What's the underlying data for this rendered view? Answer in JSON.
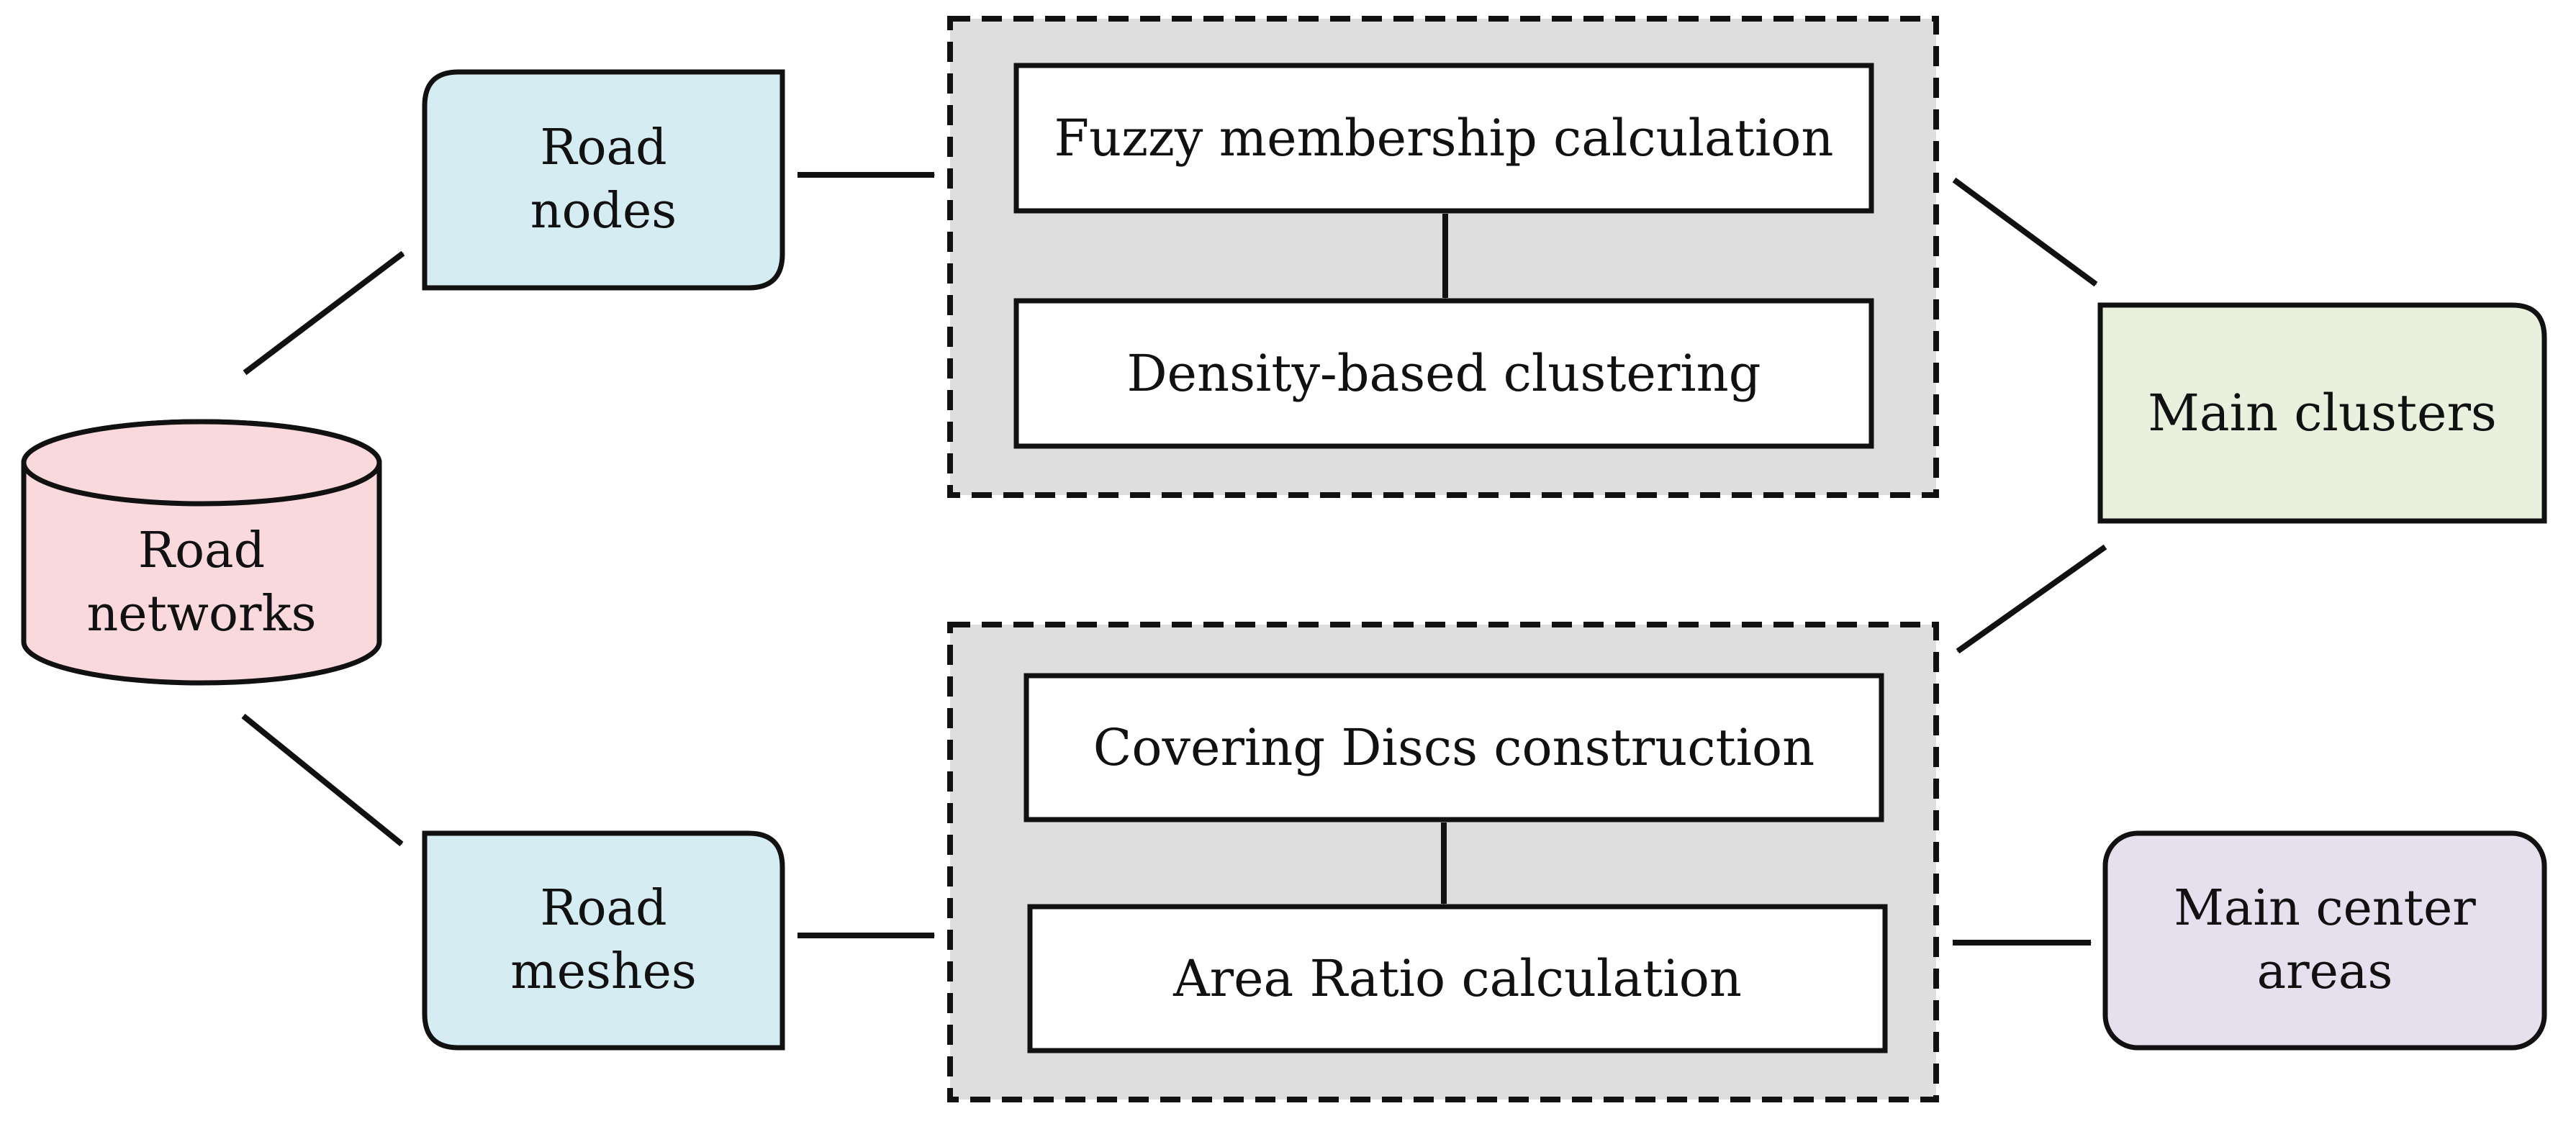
{
  "colors": {
    "road_networks_fill": "#f9d9dc",
    "road_nodes_fill": "#d6ecf3",
    "road_meshes_fill": "#d6ecf3",
    "main_clusters_fill": "#e9f0dd",
    "main_center_areas_fill": "#e6e0ee",
    "group_fill": "#dedede",
    "stroke": "#111111"
  },
  "nodes": {
    "road_networks": {
      "line1": "Road",
      "line2": "networks"
    },
    "road_nodes": {
      "line1": "Road",
      "line2": "nodes"
    },
    "road_meshes": {
      "line1": "Road",
      "line2": "meshes"
    },
    "main_clusters": {
      "label": "Main clusters"
    },
    "main_center_areas": {
      "line1": "Main center",
      "line2": "areas"
    }
  },
  "top_group": {
    "step1": "Fuzzy membership calculation",
    "step2": "Density-based clustering"
  },
  "bottom_group": {
    "step1": "Covering Discs construction",
    "step2": "Area Ratio calculation"
  }
}
